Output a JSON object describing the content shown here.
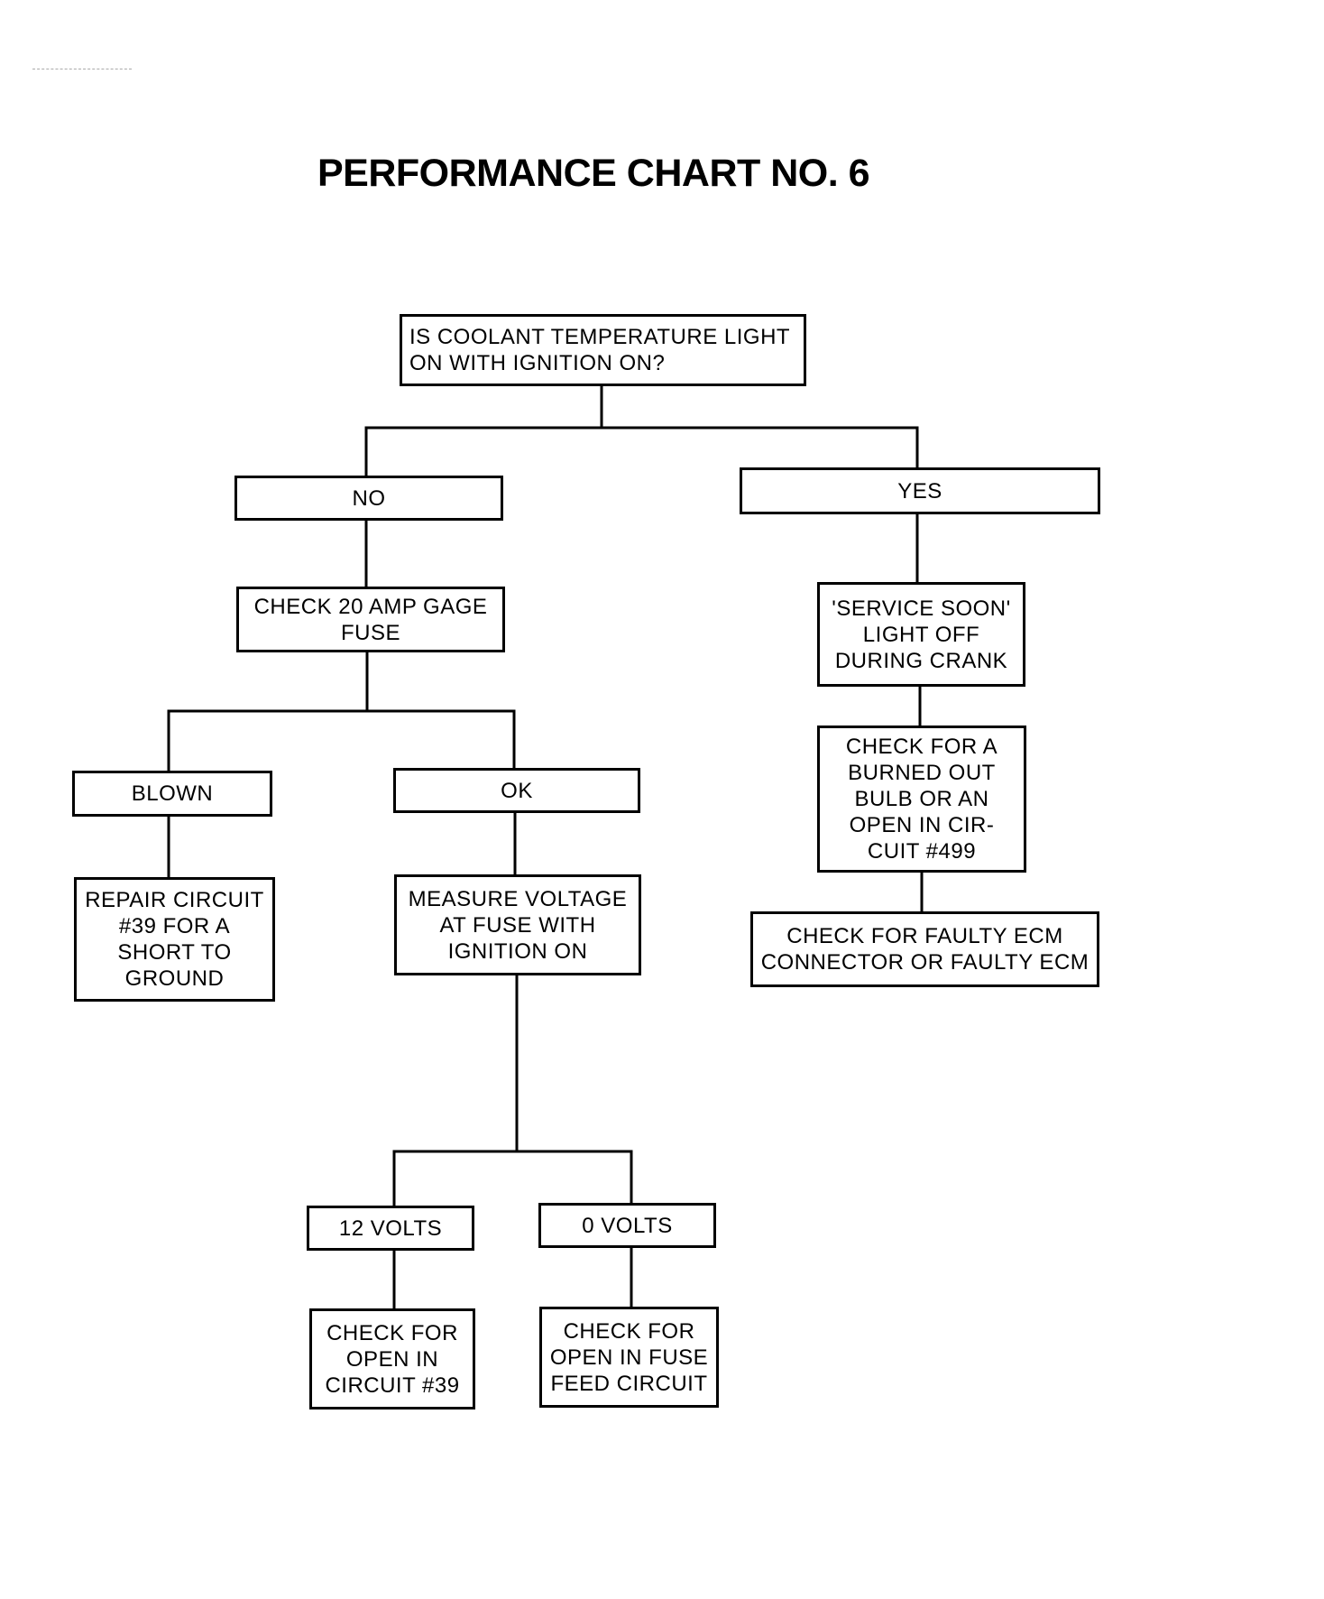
{
  "title": "PERFORMANCE CHART NO. 6",
  "nodes": {
    "question": "IS COOLANT TEMPERATURE LIGHT\nON WITH IGNITION ON?",
    "no": "NO",
    "yes": "YES",
    "check_fuse": "CHECK 20 AMP GAGE\nFUSE",
    "service_soon": "'SERVICE SOON'\nLIGHT OFF\nDURING CRANK",
    "blown": "BLOWN",
    "ok": "OK",
    "burned_bulb": "CHECK FOR A\nBURNED OUT\nBULB OR AN\nOPEN IN CIR-\nCUIT #499",
    "repair_circuit": "REPAIR CIRCUIT\n#39 FOR A\nSHORT TO\nGROUND",
    "measure_voltage": "MEASURE VOLTAGE\nAT FUSE WITH\nIGNITION ON",
    "faulty_ecm": "CHECK FOR FAULTY ECM\nCONNECTOR OR FAULTY ECM",
    "twelve_volts": "12 VOLTS",
    "zero_volts": "0 VOLTS",
    "open_circuit_39": "CHECK FOR\nOPEN IN\nCIRCUIT #39",
    "open_fuse_feed": "CHECK FOR\nOPEN IN FUSE\nFEED CIRCUIT"
  }
}
